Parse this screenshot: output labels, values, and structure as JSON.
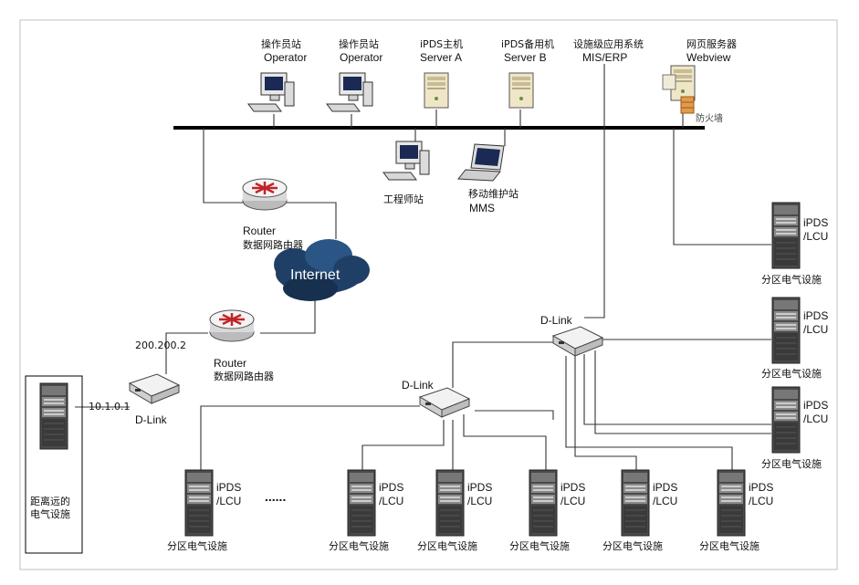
{
  "diagram": {
    "top_nodes": [
      {
        "id": "op1",
        "cn": "操作员站",
        "en": "Operator"
      },
      {
        "id": "op2",
        "cn": "操作员站",
        "en": "Operator"
      },
      {
        "id": "srvA",
        "cn": "iPDS主机",
        "en": "Server A"
      },
      {
        "id": "srvB",
        "cn": "iPDS备用机",
        "en": "Server B"
      },
      {
        "id": "mis",
        "cn": "设施级应用系统",
        "en": "MIS/ERP"
      },
      {
        "id": "web",
        "cn": "网页服务器",
        "en": "Webview"
      }
    ],
    "firewall": "防火墙",
    "engineer": "工程师站",
    "mms_cn": "移动维护站",
    "mms_en": "MMS",
    "router_en": "Router",
    "router_cn": "数据网路由器",
    "internet": "Internet",
    "ip_wan": "200.200.2",
    "ip_lan": "10.1.0.1",
    "dlink": "D-Link",
    "remote_cn_1": "距离远的",
    "remote_cn_2": "电气设施",
    "ipds": "iPDS",
    "lcu": "/LCU",
    "zone": "分区电气设施",
    "dots": "......"
  }
}
